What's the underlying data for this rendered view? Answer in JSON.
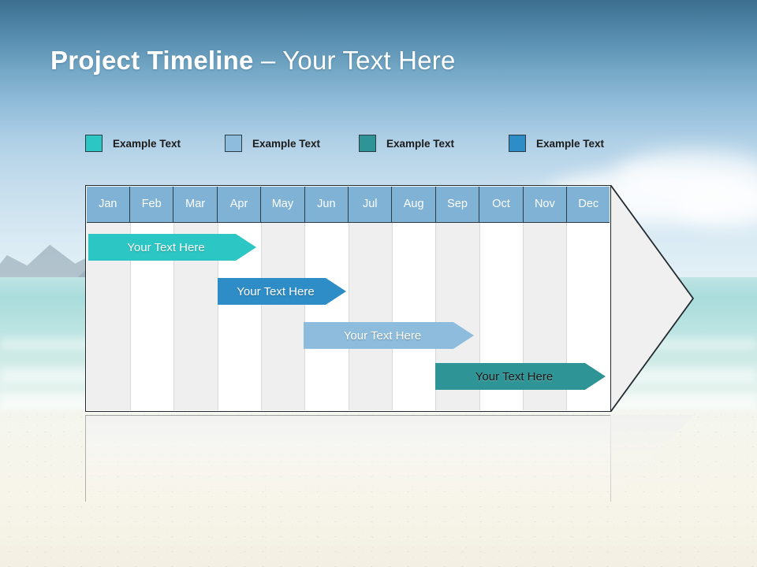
{
  "slide": {
    "title_strong": "Project Timeline",
    "title_light": " – Your Text Here"
  },
  "legend": {
    "items": [
      {
        "label": "Example Text",
        "color": "#2cc7c4",
        "border": "#2d3b44"
      },
      {
        "label": "Example Text",
        "color": "#8dbcdc",
        "border": "#2d3b44"
      },
      {
        "label": "Example Text",
        "color": "#2f9496",
        "border": "#2d3b44"
      },
      {
        "label": "Example Text",
        "color": "#2e8cc6",
        "border": "#2d3b44"
      }
    ]
  },
  "chart_data": {
    "type": "bar",
    "title": "Project Timeline – Your Text Here",
    "xlabel": "",
    "ylabel": "",
    "categories": [
      "Jan",
      "Feb",
      "Mar",
      "Apr",
      "May",
      "Jun",
      "Jul",
      "Aug",
      "Sep",
      "Oct",
      "Nov",
      "Dec"
    ],
    "axis_range": [
      1,
      12
    ],
    "grid": true,
    "legend_position": "top",
    "series": [
      {
        "name": "Example Text",
        "label": "Your  Text Here",
        "color": "#2cc7c4",
        "text_color": "#ffffff",
        "start_month": "Jan",
        "end_month": "Apr",
        "start_index": 0,
        "span": 3.85
      },
      {
        "name": "Example Text",
        "label": "Your  Text Here",
        "color": "#2e8cc6",
        "text_color": "#ffffff",
        "start_month": "Apr",
        "end_month": "Jun",
        "start_index": 3,
        "span": 2.95
      },
      {
        "name": "Example Text",
        "label": "Your  Text Here",
        "color": "#8dbcdc",
        "text_color": "#ffffff",
        "start_month": "Jun",
        "end_month": "Sep",
        "start_index": 5,
        "span": 3.9
      },
      {
        "name": "Example Text",
        "label": "Your  Text Here",
        "color": "#2f9496",
        "text_color": "#131313",
        "start_month": "Sep",
        "end_month": "Dec",
        "start_index": 8,
        "span": 3.9
      }
    ]
  },
  "colors": {
    "month_header_bg": "#7fb2d4",
    "month_header_text": "#ffffff",
    "chart_outline": "#222a2f",
    "stripe": "#efefef",
    "arrow_tip_fill": "#f0f0f0",
    "title_text": "#ffffff"
  }
}
